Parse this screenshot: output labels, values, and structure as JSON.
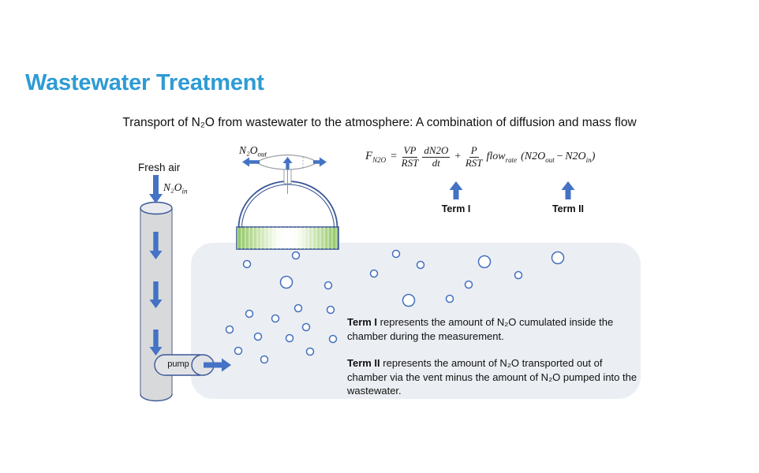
{
  "slide": {
    "title": "Wastewater Treatment",
    "subtitle": "Transport of N₂O from wastewater to the atmosphere: A combination of diffusion and mass flow"
  },
  "colors": {
    "title": "#2E9BD5",
    "arrow": "#4472C4",
    "outline": "#3A5795",
    "water": "#EBEEF3",
    "green": "#8CC45F",
    "bubble": "#4470BE"
  },
  "labels": {
    "fresh_air": "Fresh air",
    "n2o_in_main": "N₂O",
    "n2o_in_sub": "in",
    "n2o_out_main": "N₂O",
    "n2o_out_sub": "out",
    "pump": "pump",
    "term1": "Term I",
    "term2": "Term II"
  },
  "formula": {
    "f": "F",
    "f_sub": "N2O",
    "eq": "=",
    "frac1_num": "VP",
    "frac1_den": "RST",
    "frac2_num": "dN2O",
    "frac2_den": "dt",
    "plus": "+",
    "frac3_num": "P",
    "frac3_den": "RST",
    "flow": "flow",
    "flow_sub": "rate",
    "open": "(",
    "t1": "N2O",
    "t1_sub": "out",
    "minus": "−",
    "t2": "N2O",
    "t2_sub": "in",
    "close": ")"
  },
  "notes": {
    "term1_bold": "Term I",
    "term1_rest": " represents the amount of N₂O cumulated inside the chamber during the measurement.",
    "term2_bold": "Term II",
    "term2_rest": " represents the amount of N₂O transported out of chamber via the vent minus the amount of N₂O pumped into the wastewater."
  },
  "diagram": {
    "bubbles": [
      [
        313,
        335,
        4.5
      ],
      [
        375,
        324,
        4.5
      ],
      [
        416,
        362,
        4.5
      ],
      [
        474,
        347,
        4.5
      ],
      [
        502,
        322,
        4.5
      ],
      [
        533,
        336,
        4.5
      ],
      [
        594,
        361,
        4.5
      ],
      [
        657,
        349,
        4.5
      ],
      [
        570,
        379,
        4.5
      ],
      [
        378,
        391,
        4.5
      ],
      [
        419,
        393,
        4.5
      ],
      [
        316,
        398,
        4.5
      ],
      [
        349,
        404,
        4.5
      ],
      [
        291,
        418,
        4.5
      ],
      [
        388,
        415,
        4.5
      ],
      [
        327,
        427,
        4.5
      ],
      [
        367,
        429,
        4.5
      ],
      [
        422,
        430,
        4.5
      ],
      [
        302,
        445,
        4.5
      ],
      [
        393,
        446,
        4.5
      ],
      [
        335,
        456,
        4.5
      ],
      [
        363,
        358,
        7.5
      ],
      [
        518,
        381,
        7.5
      ],
      [
        614,
        332,
        7.5
      ],
      [
        707,
        327,
        7.5
      ]
    ]
  }
}
